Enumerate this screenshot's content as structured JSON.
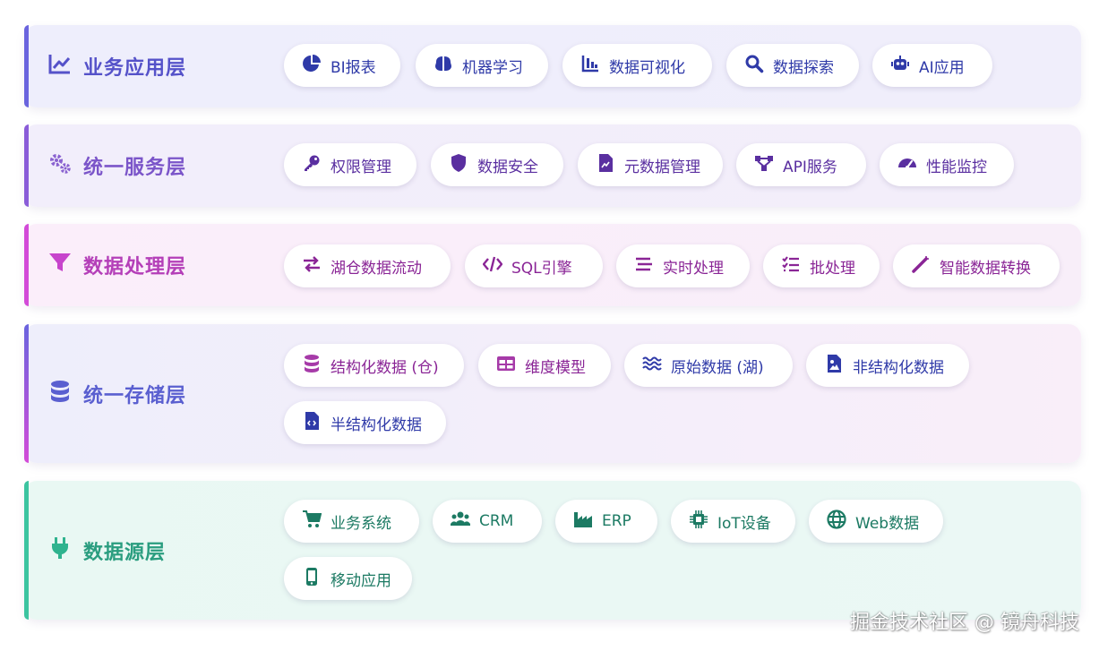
{
  "colors": {
    "business": "#5552c9",
    "service": "#7b55c9",
    "processing": "#b43fb8",
    "storage": "#5a5fd0",
    "source": "#2a9d7f"
  },
  "layers": [
    {
      "title": "业务应用层",
      "icon": "chart-line-icon",
      "chips": [
        {
          "label": "BI报表",
          "icon": "pie-chart-icon"
        },
        {
          "label": "机器学习",
          "icon": "brain-icon"
        },
        {
          "label": "数据可视化",
          "icon": "bar-chart-icon"
        },
        {
          "label": "数据探索",
          "icon": "search-icon"
        },
        {
          "label": "AI应用",
          "icon": "robot-icon"
        }
      ]
    },
    {
      "title": "统一服务层",
      "icon": "gears-icon",
      "chips": [
        {
          "label": "权限管理",
          "icon": "key-icon"
        },
        {
          "label": "数据安全",
          "icon": "shield-icon"
        },
        {
          "label": "元数据管理",
          "icon": "file-chart-icon"
        },
        {
          "label": "API服务",
          "icon": "network-icon"
        },
        {
          "label": "性能监控",
          "icon": "gauge-icon"
        }
      ]
    },
    {
      "title": "数据处理层",
      "icon": "filter-icon",
      "chips": [
        {
          "label": "湖仓数据流动",
          "icon": "exchange-icon"
        },
        {
          "label": "SQL引擎",
          "icon": "code-icon"
        },
        {
          "label": "实时处理",
          "icon": "stream-icon"
        },
        {
          "label": "批处理",
          "icon": "tasks-icon"
        },
        {
          "label": "智能数据转换",
          "icon": "magic-wand-icon"
        }
      ]
    },
    {
      "title": "统一存储层",
      "icon": "database-icon",
      "chips": [
        {
          "label": "结构化数据 (仓)",
          "icon": "database-icon"
        },
        {
          "label": "维度模型",
          "icon": "table-icon"
        },
        {
          "label": "原始数据 (湖)",
          "icon": "water-icon"
        },
        {
          "label": "非结构化数据",
          "icon": "file-image-icon"
        },
        {
          "label": "半结构化数据",
          "icon": "file-code-icon"
        }
      ]
    },
    {
      "title": "数据源层",
      "icon": "plug-icon",
      "chips": [
        {
          "label": "业务系统",
          "icon": "cart-icon"
        },
        {
          "label": "CRM",
          "icon": "users-icon"
        },
        {
          "label": "ERP",
          "icon": "industry-icon"
        },
        {
          "label": "IoT设备",
          "icon": "microchip-icon"
        },
        {
          "label": "Web数据",
          "icon": "globe-icon"
        },
        {
          "label": "移动应用",
          "icon": "mobile-icon"
        }
      ]
    }
  ],
  "watermark": "掘金技术社区 @ 镜舟科技"
}
